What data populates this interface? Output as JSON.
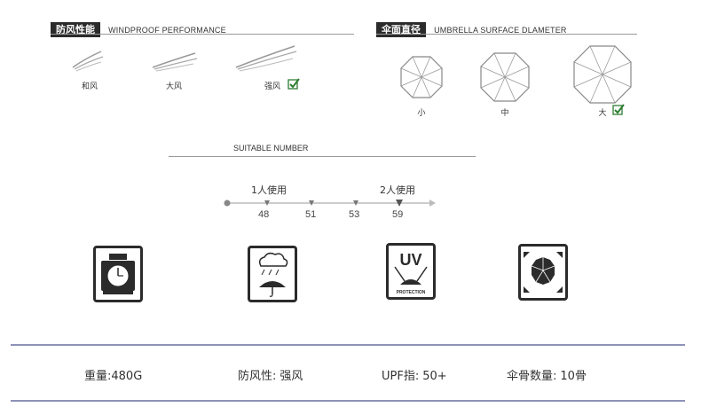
{
  "windproof": {
    "tag": "防风性能",
    "title": "WINDPROOF PERFORMANCE",
    "levels": [
      "和风",
      "大风",
      "强风"
    ]
  },
  "surface": {
    "tag": "伞面直径",
    "title": "UMBRELLA SURFACE DLAMETER",
    "sizes": [
      "小",
      "中",
      "大"
    ]
  },
  "suitable": {
    "title": "SUITABLE NUMBER",
    "persons": [
      "1人使用",
      "2人使用"
    ],
    "ticks": [
      "48",
      "51",
      "53",
      "59"
    ]
  },
  "icons": [
    "scale-icon",
    "wind-rain-umbrella-icon",
    "uv-protection-icon",
    "umbrella-ribs-icon"
  ],
  "uv": {
    "big": "UV",
    "small": "PROTECTION"
  },
  "specs": [
    {
      "label": "重量:",
      "value": "480G"
    },
    {
      "label": "防风性:",
      "value": "强风"
    },
    {
      "label": "UPF指:",
      "value": "50+"
    },
    {
      "label": "伞骨数量:",
      "value": "10骨"
    }
  ],
  "colors": {
    "dark": "#2b2b2b",
    "check": "#2e7d32",
    "spec_line": "#8e92b8"
  }
}
